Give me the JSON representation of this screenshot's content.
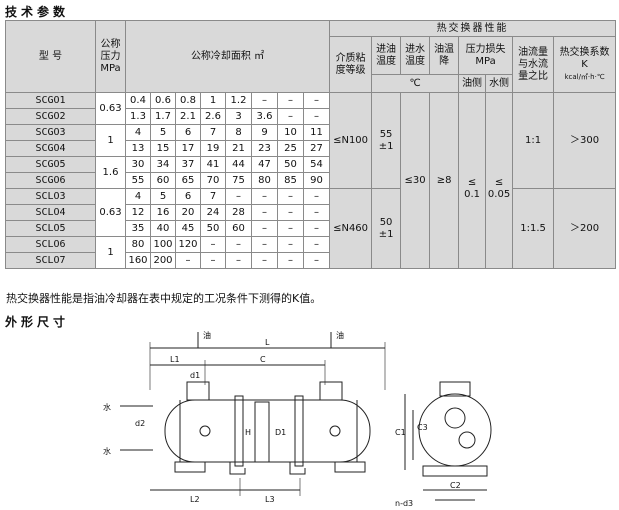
{
  "headings": {
    "tech": "技术参数",
    "outline": "外形尺寸"
  },
  "header": {
    "model": "型 号",
    "pressure": [
      "公称",
      "压力",
      "MPa"
    ],
    "area": "公称冷却面积 ㎡",
    "perf": "热交换器性能",
    "viscosity": [
      "介质粘",
      "度等级"
    ],
    "oil_in": [
      "进油",
      "温度"
    ],
    "water_in": [
      "进水",
      "温度"
    ],
    "oil_drop": [
      "油温",
      "降"
    ],
    "loss": [
      "压力损失",
      "MPa"
    ],
    "flow_ratio": [
      "油流量",
      "与水流",
      "量之比"
    ],
    "coef": [
      "热交换系数",
      "K",
      "kcal/㎡·h·℃"
    ],
    "deg": "℃",
    "oil_side": "油侧",
    "water_side": "水侧"
  },
  "rows": [
    {
      "model": "SCGO1",
      "area": [
        "0.4",
        "0.6",
        "0.8",
        "1",
        "1.2",
        "–",
        "–",
        "–"
      ]
    },
    {
      "model": "SCGO2",
      "area": [
        "1.3",
        "1.7",
        "2.1",
        "2.6",
        "3",
        "3.6",
        "–",
        "–"
      ]
    },
    {
      "model": "SCGO3",
      "area": [
        "4",
        "5",
        "6",
        "7",
        "8",
        "9",
        "10",
        "11"
      ]
    },
    {
      "model": "SCGO4",
      "area": [
        "13",
        "15",
        "17",
        "19",
        "21",
        "23",
        "25",
        "27"
      ]
    },
    {
      "model": "SCGO5",
      "area": [
        "30",
        "34",
        "37",
        "41",
        "44",
        "47",
        "50",
        "54"
      ]
    },
    {
      "model": "SCGO6",
      "area": [
        "55",
        "60",
        "65",
        "70",
        "75",
        "80",
        "85",
        "90"
      ]
    },
    {
      "model": "SCLO3",
      "area": [
        "4",
        "5",
        "6",
        "7",
        "–",
        "–",
        "–",
        "–"
      ]
    },
    {
      "model": "SCLO4",
      "area": [
        "12",
        "16",
        "20",
        "24",
        "28",
        "–",
        "–",
        "–"
      ]
    },
    {
      "model": "SCLO5",
      "area": [
        "35",
        "40",
        "45",
        "50",
        "60",
        "–",
        "–",
        "–"
      ]
    },
    {
      "model": "SCLO6",
      "area": [
        "80",
        "100",
        "120",
        "–",
        "–",
        "–",
        "–",
        "–"
      ]
    },
    {
      "model": "SCLO7",
      "area": [
        "160",
        "200",
        "–",
        "–",
        "–",
        "–",
        "–",
        "–"
      ]
    }
  ],
  "pressures": {
    "g12": "0.63",
    "g34": "1",
    "g56": "1.6",
    "l345": "0.63",
    "l67": "1"
  },
  "gvals": {
    "visc": "≤N100",
    "oil_in": [
      "55",
      "±1"
    ],
    "k": "＞300",
    "ratio": "1:1"
  },
  "lvals": {
    "visc": "≤N460",
    "oil_in": [
      "50",
      "±1"
    ],
    "k": "＞200",
    "ratio": "1:1.5"
  },
  "common": {
    "water_in": "≤30",
    "drop": "≥8",
    "oil_loss_sym": "≤",
    "water_loss_sym": "≤",
    "oil_loss": "0.1",
    "water_loss": "0.05"
  },
  "note": "热交换器性能是指油冷却器在表中规定的工况条件下测得的K值。",
  "drawing": {
    "oil": "油",
    "water": "水",
    "L": "L",
    "L1": "L1",
    "C": "C",
    "L2": "L2",
    "L3": "L3",
    "d1": "d1",
    "d2": "d2",
    "D1": "D1",
    "H": "H",
    "C1": "C1",
    "C2": "C2",
    "C3": "C3",
    "nd3": "n-d3"
  }
}
